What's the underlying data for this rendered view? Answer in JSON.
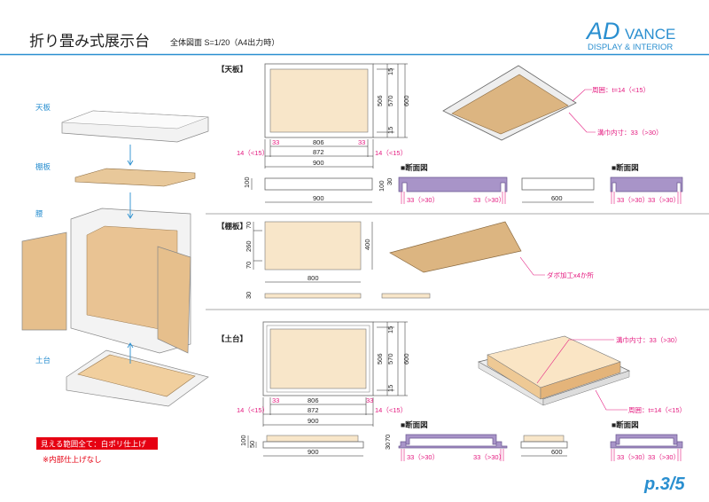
{
  "header": {
    "title": "折り畳み式展示台",
    "subtitle": "全体図面 S=1/20（A4出力時）"
  },
  "logo": {
    "mark": "AD",
    "name": "VANCE",
    "tagline": "DISPLAY & INTERIOR"
  },
  "exploded": {
    "labels": [
      "天板",
      "棚板",
      "腰",
      "土台"
    ]
  },
  "notes": {
    "finish": "見える範囲全て：白ポリ仕上げ",
    "interior": "※内部仕上げなし"
  },
  "page": "p.3/5",
  "colors": {
    "accent": "#2a8fd0",
    "dimension_pink": "#e4197f",
    "note_red": "#e60012",
    "wood": "#f8e6c9",
    "section_purple": "#a894c8"
  },
  "top": {
    "label": "【天板】",
    "plan": {
      "w_inner": "806",
      "w_mid": "872",
      "w_total": "900",
      "groove": "33",
      "wall": "14（<15）",
      "h_edge": "15",
      "h_inner": "506",
      "h_mid": "570",
      "h_total": "600"
    },
    "front": {
      "height": "100",
      "width": "900"
    },
    "side": {
      "width": "600"
    },
    "section_label": "■断面図",
    "section": {
      "height": "100",
      "thick": "30",
      "groove": "33（>30）"
    },
    "callouts": {
      "wall": "周囲：t=14（<15）",
      "groove": "溝巾内寸：33（>30）"
    }
  },
  "shelf": {
    "label": "【棚板】",
    "plan": {
      "h_edge": "70",
      "h_mid": "260",
      "h_total": "400",
      "width": "800"
    },
    "thickness": "30",
    "callout": "ダボ加工x4か所"
  },
  "base": {
    "label": "【土台】",
    "plan": {
      "w_inner": "806",
      "w_mid": "872",
      "w_total": "900",
      "groove": "33",
      "wall": "14（<15）",
      "h_edge": "15",
      "h_inner": "506",
      "h_mid": "570",
      "h_total": "600"
    },
    "front": {
      "height": "100",
      "step": "50",
      "width": "900"
    },
    "side": {
      "width": "600"
    },
    "section_label": "■断面図",
    "section": {
      "h_top": "70",
      "h_bottom": "30",
      "groove": "33（>30）"
    },
    "callouts": {
      "groove": "溝巾内寸：33（>30）",
      "wall": "周囲：t=14（<15）"
    }
  }
}
